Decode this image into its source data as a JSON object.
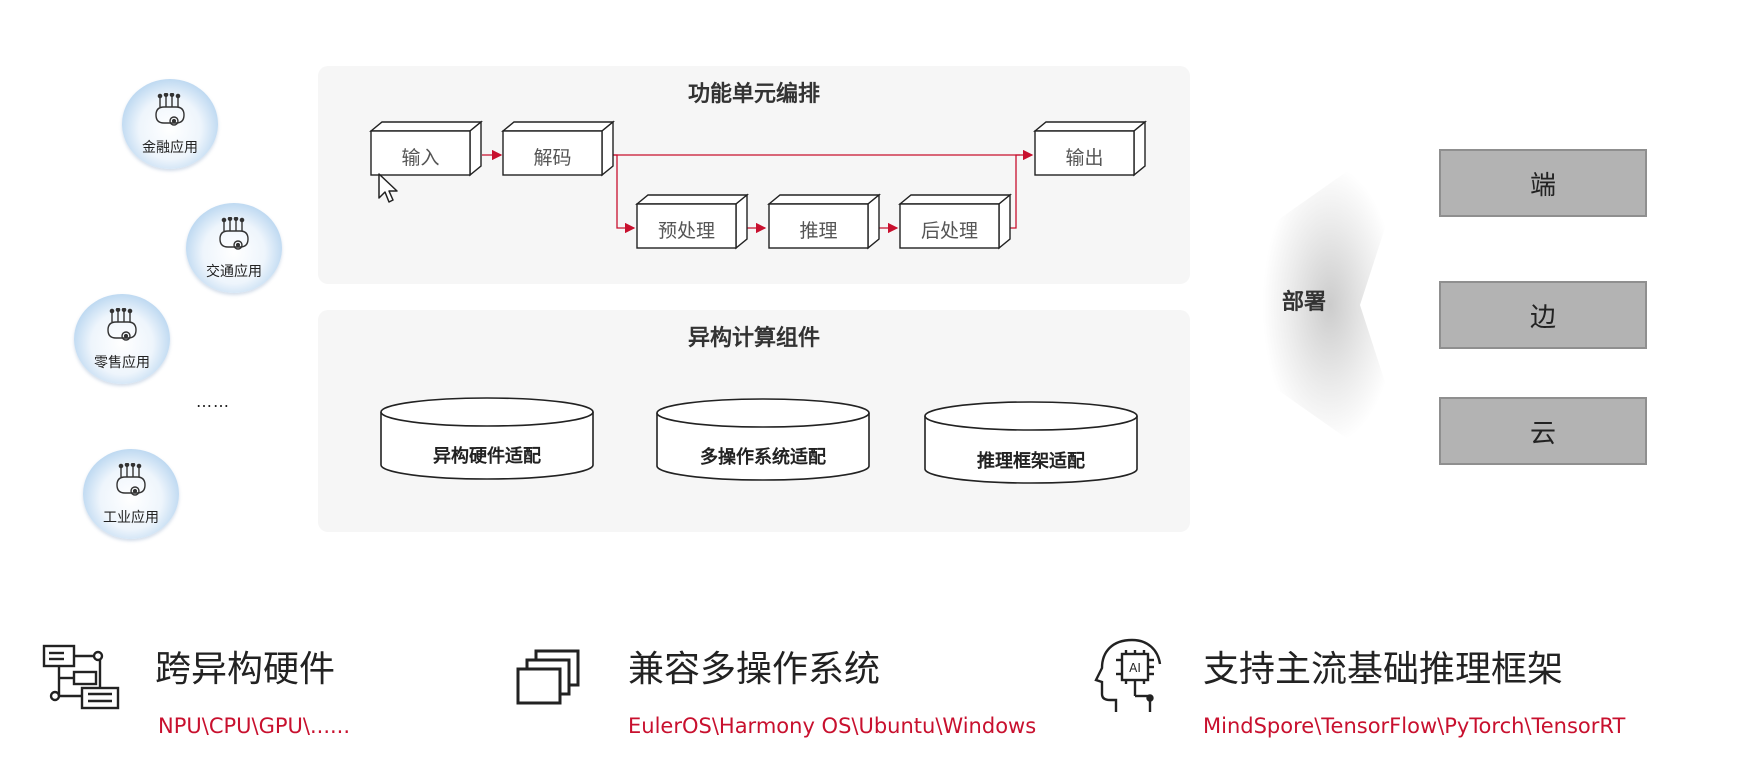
{
  "apps": [
    {
      "label": "金融应用"
    },
    {
      "label": "交通应用"
    },
    {
      "label": "零售应用"
    },
    {
      "label": "工业应用"
    }
  ],
  "apps_more": "……",
  "orchestration": {
    "title": "功能单元编排",
    "nodes": {
      "input": "输入",
      "decode": "解码",
      "preprocess": "预处理",
      "inference": "推理",
      "postprocess": "后处理",
      "output": "输出"
    },
    "arrow_color": "#c8102e"
  },
  "hetero": {
    "title": "异构计算组件",
    "items": [
      "异构硬件适配",
      "多操作系统适配",
      "推理框架适配"
    ]
  },
  "deploy": {
    "label": "部署",
    "targets": [
      "端",
      "边",
      "云"
    ]
  },
  "features": [
    {
      "icon": "hardware-network-icon",
      "title": "跨异构硬件",
      "subtitle": "NPU\\CPU\\GPU\\......"
    },
    {
      "icon": "stacked-windows-icon",
      "title": "兼容多操作系统",
      "subtitle": "EulerOS\\Harmony OS\\Ubuntu\\Windows"
    },
    {
      "icon": "ai-head-icon",
      "title": "支持主流基础推理框架",
      "subtitle": "MindSpore\\TensorFlow\\PyTorch\\TensorRT"
    }
  ],
  "colors": {
    "accent": "#c8102e",
    "panel": "#f6f6f6",
    "deploy_box": "#b3b3b3"
  }
}
